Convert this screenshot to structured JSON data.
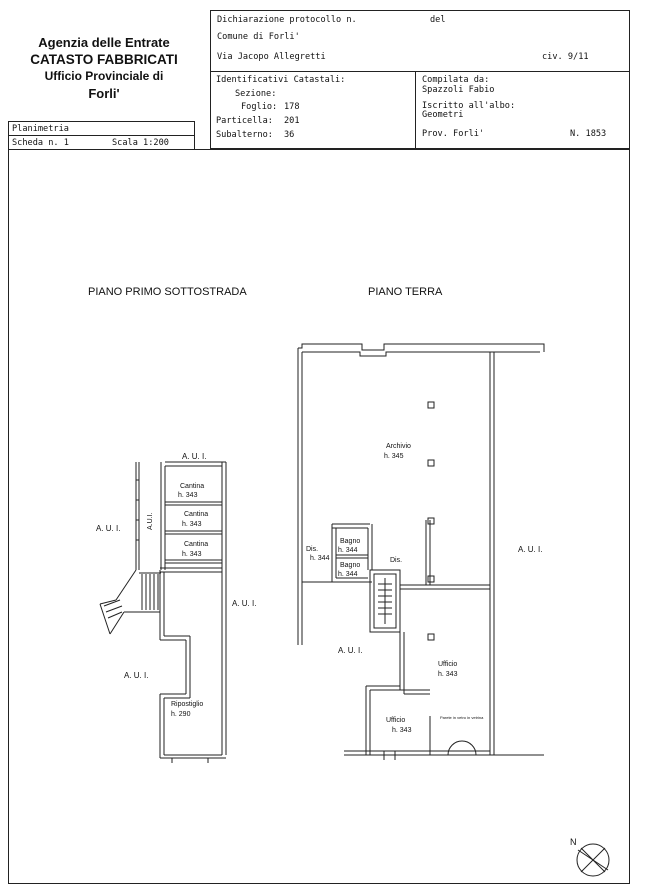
{
  "agency": {
    "line1": "Agenzia delle Entrate",
    "line2": "CATASTO FABBRICATI",
    "line3": "Ufficio Provinciale di",
    "line4": "Forli'"
  },
  "declaration": {
    "protocol_label": "Dichiarazione protocollo n.",
    "del_label": "del",
    "comune": "Comune di Forli'",
    "address": "Via Jacopo Allegretti",
    "civ": "civ. 9/11"
  },
  "catastal": {
    "title": "Identificativi Catastali:",
    "sezione_label": "Sezione:",
    "foglio_label": "Foglio:",
    "foglio_value": "178",
    "particella_label": "Particella:",
    "particella_value": "201",
    "subalterno_label": "Subalterno:",
    "subalterno_value": "36"
  },
  "compiled": {
    "label": "Compilata da:",
    "name": "Spazzoli Fabio",
    "albo_label": "Iscritto all'albo:",
    "albo_value": "Geometri",
    "prov": "Prov. Forli'",
    "number": "N. 1853"
  },
  "sheet": {
    "planimetria": "Planimetria",
    "scheda": "Scheda n. 1",
    "scala": "Scala 1:200"
  },
  "plan": {
    "left_title": "PIANO PRIMO SOTTOSTRADA",
    "right_title": "PIANO TERRA",
    "aui": "A. U. I.",
    "aui_vertical": "A.U.I.",
    "cantina": "Cantina",
    "h343": "h. 343",
    "ripostiglio": "Ripostiglio",
    "h290": "h. 290",
    "archivio": "Archivio",
    "h345": "h. 345",
    "dis": "Dis.",
    "h344": "h. 344",
    "bagno": "Bagno",
    "ufficio": "Ufficio",
    "note": "Parete in vetro in vetrina",
    "north": "N"
  }
}
